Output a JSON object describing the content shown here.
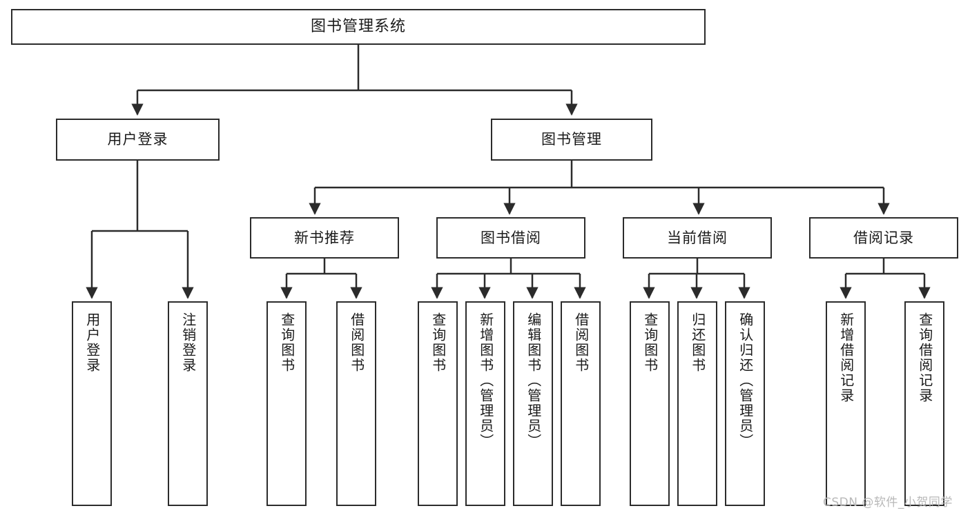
{
  "diagram": {
    "title": "图书管理系统",
    "type": "functional-structure-tree",
    "watermark": "CSDN @软件_小贺同学",
    "colors": {
      "stroke": "#2b2b2b",
      "fill": "#ffffff",
      "text": "#1a1a1a",
      "watermark": "#b8b8b8"
    },
    "levels": {
      "root": {
        "label": "图书管理系统"
      },
      "level1": [
        {
          "label": "用户登录"
        },
        {
          "label": "图书管理"
        }
      ],
      "level2": [
        {
          "label": "新书推荐"
        },
        {
          "label": "图书借阅"
        },
        {
          "label": "当前借阅"
        },
        {
          "label": "借阅记录"
        }
      ]
    },
    "nodes": {
      "root": "图书管理系统",
      "user_login": "用户登录",
      "book_manage": "图书管理",
      "new_book_rec": "新书推荐",
      "book_borrow": "图书借阅",
      "current_borrow": "当前借阅",
      "borrow_record": "借阅记录",
      "leaf_user_login": "用户登录",
      "leaf_logout": "注销登录",
      "leaf_query_book_1": "查询图书",
      "leaf_borrow_book_1": "借阅图书",
      "leaf_query_book_2": "查询图书",
      "leaf_add_book": "新增图书（管理员）",
      "leaf_edit_book": "编辑图书（管理员）",
      "leaf_borrow_book_2": "借阅图书",
      "leaf_query_book_3": "查询图书",
      "leaf_return_book": "归还图书",
      "leaf_confirm_return": "确认归还（管理员）",
      "leaf_add_record": "新增借阅记录",
      "leaf_query_record": "查询借阅记录"
    }
  }
}
